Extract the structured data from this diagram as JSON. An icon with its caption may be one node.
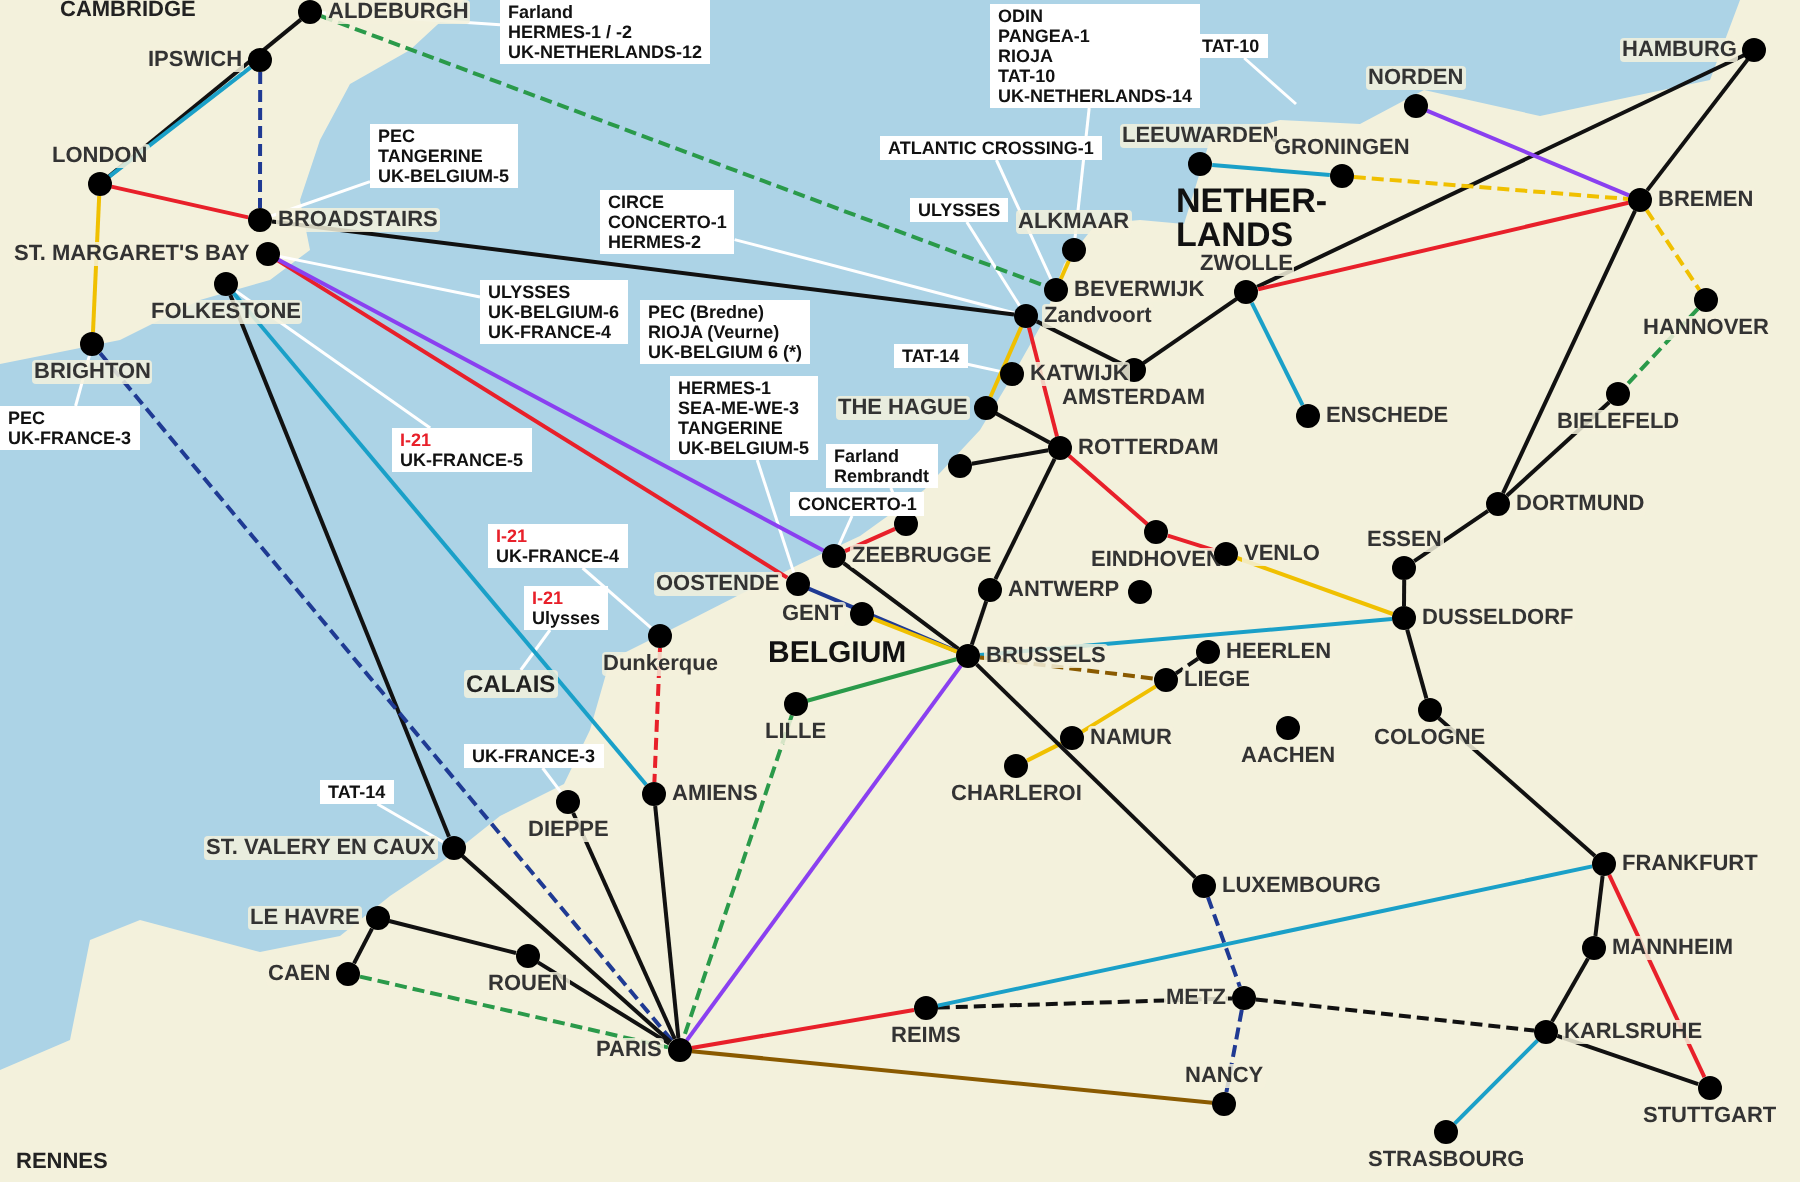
{
  "diagram": {
    "nodes": [
      {
        "text": [
          "ALDEBURGH"
        ]
      },
      {
        "text": [
          "IPSWICH"
        ]
      },
      {
        "text": [
          "LONDON"
        ]
      },
      {
        "text": [
          "BROADSTAIRS"
        ]
      },
      {
        "text": [
          "ST. MARGARET'S BAY"
        ]
      },
      {
        "text": [
          "FOLKESTONE"
        ]
      },
      {
        "text": [
          "BRIGHTON"
        ]
      },
      {
        "text": [
          "NORDEN"
        ]
      },
      {
        "text": [
          "HAMBURG"
        ]
      },
      {
        "text": [
          "LEEUWARDEN"
        ]
      },
      {
        "text": [
          "GRONINGEN"
        ]
      },
      {
        "text": [
          "BREMEN"
        ]
      },
      {
        "text": [
          "ALKMAAR"
        ]
      },
      {
        "text": [
          "BEVERWIJK"
        ]
      },
      {
        "text": [
          "ZWOLLE"
        ]
      },
      {
        "text": [
          "HANNOVER"
        ]
      },
      {
        "text": [
          "Zandvoort"
        ]
      },
      {
        "text": [
          "AMSTERDAM"
        ]
      },
      {
        "text": [
          "KATWIJK"
        ]
      },
      {
        "text": [
          "BIELEFELD"
        ]
      },
      {
        "text": [
          "THE HAGUE"
        ]
      },
      {
        "text": [
          "ENSCHEDE"
        ]
      },
      {
        "text": [
          "ROTTERDAM"
        ]
      },
      {
        "text": [],
        "shape": "circle"
      },
      {
        "text": [
          "DORTMUND"
        ]
      },
      {
        "text": [],
        "shape": "circle"
      },
      {
        "text": [
          "EINDHOVEN"
        ]
      },
      {
        "text": [
          "VENLO"
        ]
      },
      {
        "text": [
          "ZEEBRUGGE"
        ]
      },
      {
        "text": [
          "ESSEN"
        ]
      },
      {
        "text": [
          "OOSTENDE"
        ]
      },
      {
        "text": [
          "ANTWERP"
        ]
      },
      {
        "text": [],
        "shape": "circle"
      },
      {
        "text": [
          "GENT"
        ]
      },
      {
        "text": [
          "DUSSELDORF"
        ]
      },
      {
        "text": [
          "Dunkerque"
        ]
      },
      {
        "text": [
          "HEERLEN"
        ]
      },
      {
        "text": [
          "BRUSSELS"
        ]
      },
      {
        "text": [
          "CALAIS"
        ]
      },
      {
        "text": [
          "LIEGE"
        ]
      },
      {
        "text": [
          "LILLE"
        ]
      },
      {
        "text": [
          "COLOGNE"
        ]
      },
      {
        "text": [
          "AACHEN"
        ]
      },
      {
        "text": [
          "NAMUR"
        ]
      },
      {
        "text": [
          "CHARLEROI"
        ]
      },
      {
        "text": [
          "AMIENS"
        ]
      },
      {
        "text": [
          "DIEPPE"
        ]
      },
      {
        "text": [
          "ST. VALERY EN CAUX"
        ]
      },
      {
        "text": [
          "FRANKFURT"
        ]
      },
      {
        "text": [
          "LUXEMBOURG"
        ]
      },
      {
        "text": [
          "LE HAVRE"
        ]
      },
      {
        "text": [
          "MANNHEIM"
        ]
      },
      {
        "text": [
          "ROUEN"
        ]
      },
      {
        "text": [
          "CAEN"
        ]
      },
      {
        "text": [
          "METZ"
        ]
      },
      {
        "text": [
          "REIMS"
        ]
      },
      {
        "text": [
          "KARLSRUHE"
        ]
      },
      {
        "text": [
          "PARIS"
        ]
      },
      {
        "text": [
          "STUTTGART"
        ]
      },
      {
        "text": [
          "NANCY"
        ]
      },
      {
        "text": [
          "STRASBOURG"
        ]
      },
      {
        "text": [
          "Farland",
          "HERMES-1 / -2",
          "UK-NETHERLANDS-12"
        ]
      },
      {
        "text": [
          "PEC",
          "TANGERINE",
          "UK-BELGIUM-5"
        ]
      },
      {
        "text": [
          "ULYSSES",
          "UK-BELGIUM-6",
          "UK-FRANCE-4"
        ]
      },
      {
        "text": [
          "PEC",
          "UK-FRANCE-3"
        ]
      },
      {
        "text": [
          "I-21",
          "UK-FRANCE-5"
        ]
      },
      {
        "text": [
          "PEC (Bredne)",
          "RIOJA (Veurne)",
          "UK-BELGIUM 6 (*)"
        ]
      },
      {
        "text": [
          "CONCERTO-1"
        ]
      },
      {
        "text": [
          "HERMES-1",
          "SEA-ME-WE-3",
          "TANGERINE",
          "UK-BELGIUM-5"
        ]
      },
      {
        "text": [
          "Farland",
          "Rembrandt"
        ]
      },
      {
        "text": [
          "I-21",
          "UK-FRANCE-4"
        ]
      },
      {
        "text": [
          "I-21",
          "Ulysses"
        ]
      },
      {
        "text": [
          "UK-FRANCE-3"
        ]
      },
      {
        "text": [
          "TAT-14"
        ]
      },
      {
        "text": [
          "CIRCE",
          "CONCERTO-1",
          "HERMES-2"
        ]
      },
      {
        "text": [
          "TAT-14"
        ]
      },
      {
        "text": [
          "ULYSSES"
        ]
      },
      {
        "text": [
          "ATLANTIC CROSSING-1"
        ]
      },
      {
        "text": [
          "ODIN",
          "PANGEA-1",
          "RIOJA",
          "TAT-10",
          "UK-NETHERLANDS-14"
        ]
      },
      {
        "text": [
          "TAT-10"
        ]
      }
    ],
    "edges": [
      {
        "from": 61,
        "to": 0,
        "arrow": "none",
        "color": "#ffffff"
      },
      {
        "from": 62,
        "to": 3,
        "arrow": "none",
        "color": "#ffffff"
      },
      {
        "from": 63,
        "to": 4,
        "arrow": "none",
        "color": "#ffffff"
      },
      {
        "from": 64,
        "to": 6,
        "arrow": "none",
        "color": "#ffffff"
      },
      {
        "from": 65,
        "to": 5,
        "arrow": "none",
        "color": "#ffffff"
      },
      {
        "from": 67,
        "to": 28,
        "arrow": "none",
        "color": "#ffffff"
      },
      {
        "from": 68,
        "to": 30,
        "arrow": "none",
        "color": "#ffffff"
      },
      {
        "from": 69,
        "to": 25,
        "arrow": "none",
        "color": "#ffffff"
      },
      {
        "from": 70,
        "to": 35,
        "arrow": "none",
        "color": "#ffffff"
      },
      {
        "from": 71,
        "to": 38,
        "arrow": "none",
        "color": "#ffffff"
      },
      {
        "from": 72,
        "to": 46,
        "arrow": "none",
        "color": "#ffffff"
      },
      {
        "from": 73,
        "to": 47,
        "arrow": "none",
        "color": "#ffffff"
      },
      {
        "from": 74,
        "to": 16,
        "arrow": "none",
        "color": "#ffffff"
      },
      {
        "from": 75,
        "to": 18,
        "arrow": "none",
        "color": "#ffffff"
      },
      {
        "from": 76,
        "to": 16,
        "arrow": "none",
        "color": "#ffffff"
      },
      {
        "from": 77,
        "to": 13,
        "arrow": "none",
        "color": "#ffffff"
      },
      {
        "from": 78,
        "to": 12,
        "arrow": "none",
        "color": "#ffffff"
      },
      {
        "from": 79,
        "to": null,
        "arrow": "none",
        "color": "#ffffff"
      },
      {
        "from": 2,
        "to": 0,
        "arrow": "none"
      },
      {
        "from": 2,
        "to": 1,
        "arrow": "none",
        "color": "#1aa0c8"
      },
      {
        "from": 2,
        "to": 3,
        "arrow": "none",
        "color": "#e8202a"
      },
      {
        "from": 0,
        "to": 13,
        "arrow": "none",
        "style": "dashed",
        "color": "#2a9a4a"
      },
      {
        "from": 1,
        "to": 3,
        "arrow": "none",
        "style": "dashed",
        "color": "#1f3a93"
      },
      {
        "from": 2,
        "to": 6,
        "arrow": "none",
        "color": "#f0c000"
      },
      {
        "from": 3,
        "to": 16,
        "arrow": "none"
      },
      {
        "from": 4,
        "to": 30,
        "arrow": "none",
        "color": "#e8202a"
      },
      {
        "from": 4,
        "to": 28,
        "arrow": "none",
        "color": "#8a40f0"
      },
      {
        "from": 5,
        "to": 45,
        "arrow": "none",
        "color": "#1aa0c8"
      },
      {
        "from": 5,
        "to": 47,
        "arrow": "none"
      },
      {
        "from": 6,
        "to": 57,
        "arrow": "none",
        "style": "dashed",
        "color": "#1f3a93"
      },
      {
        "from": 16,
        "to": 17,
        "arrow": "none"
      },
      {
        "from": 16,
        "to": 22,
        "arrow": "none",
        "color": "#e8202a"
      },
      {
        "from": 14,
        "to": 8,
        "arrow": "none"
      },
      {
        "from": 13,
        "to": 12,
        "arrow": "none",
        "color": "#f0c000"
      },
      {
        "from": 16,
        "to": 20,
        "arrow": "none",
        "color": "#f0c000"
      },
      {
        "from": 20,
        "to": 22,
        "arrow": "none"
      },
      {
        "from": 17,
        "to": 14,
        "arrow": "none"
      },
      {
        "from": 14,
        "to": 11,
        "arrow": "none",
        "color": "#e8202a"
      },
      {
        "from": 14,
        "to": 21,
        "arrow": "none",
        "color": "#1aa0c8"
      },
      {
        "from": 9,
        "to": 10,
        "arrow": "none",
        "color": "#1aa0c8"
      },
      {
        "from": 10,
        "to": 11,
        "arrow": "none",
        "style": "dashed",
        "color": "#f0c000"
      },
      {
        "from": 7,
        "to": 11,
        "arrow": "none",
        "color": "#8a40f0"
      },
      {
        "from": 11,
        "to": 8,
        "arrow": "none"
      },
      {
        "from": 11,
        "to": 15,
        "arrow": "none",
        "style": "dashed",
        "color": "#f0c000"
      },
      {
        "from": 15,
        "to": 19,
        "arrow": "none",
        "style": "dashed",
        "color": "#2a9a4a"
      },
      {
        "from": 19,
        "to": 24,
        "arrow": "none"
      },
      {
        "from": 24,
        "to": 11,
        "arrow": "none"
      },
      {
        "from": 24,
        "to": 29,
        "arrow": "none"
      },
      {
        "from": 29,
        "to": 34,
        "arrow": "none"
      },
      {
        "from": 22,
        "to": 31,
        "arrow": "none"
      },
      {
        "from": 22,
        "to": 26,
        "arrow": "none",
        "color": "#e8202a"
      },
      {
        "from": 26,
        "to": 27,
        "arrow": "none",
        "color": "#e8202a"
      },
      {
        "from": 27,
        "to": 34,
        "arrow": "none",
        "color": "#f0c000"
      },
      {
        "from": 22,
        "to": 23,
        "arrow": "none"
      },
      {
        "from": 25,
        "to": 28,
        "arrow": "none",
        "color": "#e8202a"
      },
      {
        "from": 28,
        "to": 37,
        "arrow": "none"
      },
      {
        "from": 30,
        "to": 37,
        "arrow": "none",
        "color": "#1f3a93"
      },
      {
        "from": 33,
        "to": 37,
        "arrow": "none",
        "color": "#f0c000"
      },
      {
        "from": 31,
        "to": 37,
        "arrow": "none"
      },
      {
        "from": 37,
        "to": 34,
        "arrow": "none",
        "color": "#1aa0c8"
      },
      {
        "from": 37,
        "to": 39,
        "arrow": "none",
        "style": "dashed",
        "color": "#8a5a00"
      },
      {
        "from": 36,
        "to": 39,
        "arrow": "none",
        "style": "dashed"
      },
      {
        "from": 39,
        "to": 43,
        "arrow": "none",
        "color": "#f0c000"
      },
      {
        "from": 43,
        "to": 44,
        "arrow": "none",
        "color": "#f0c000"
      },
      {
        "from": 37,
        "to": 49,
        "arrow": "none"
      },
      {
        "from": 37,
        "to": 57,
        "arrow": "none",
        "color": "#8a40f0"
      },
      {
        "from": 37,
        "to": 40,
        "arrow": "none",
        "color": "#2a9a4a"
      },
      {
        "from": 40,
        "to": 57,
        "arrow": "none",
        "style": "dashed",
        "color": "#2a9a4a"
      },
      {
        "from": 35,
        "to": 45,
        "arrow": "none",
        "style": "dashed",
        "color": "#e8202a"
      },
      {
        "from": 45,
        "to": 57,
        "arrow": "none"
      },
      {
        "from": 46,
        "to": 57,
        "arrow": "none"
      },
      {
        "from": 47,
        "to": 57,
        "arrow": "none"
      },
      {
        "from": 52,
        "to": 57,
        "arrow": "none"
      },
      {
        "from": 52,
        "to": 50,
        "arrow": "none"
      },
      {
        "from": 50,
        "to": 53,
        "arrow": "none"
      },
      {
        "from": 53,
        "to": 57,
        "arrow": "none",
        "style": "dashed",
        "color": "#2a9a4a"
      },
      {
        "from": 57,
        "to": 55,
        "arrow": "none",
        "color": "#e8202a"
      },
      {
        "from": 55,
        "to": 54,
        "arrow": "none",
        "style": "dashed"
      },
      {
        "from": 49,
        "to": 54,
        "arrow": "none",
        "style": "dashed",
        "color": "#1f3a93"
      },
      {
        "from": 54,
        "to": 59,
        "arrow": "none",
        "style": "dashed",
        "color": "#1f3a93"
      },
      {
        "from": 54,
        "to": 56,
        "arrow": "none",
        "style": "dashed"
      },
      {
        "from": 57,
        "to": 59,
        "arrow": "none",
        "color": "#8a5a00"
      },
      {
        "from": 34,
        "to": 41,
        "arrow": "none"
      },
      {
        "from": 41,
        "to": 48,
        "arrow": "none"
      },
      {
        "from": 55,
        "to": 48,
        "arrow": "none",
        "color": "#1aa0c8"
      },
      {
        "from": 48,
        "to": 51,
        "arrow": "none"
      },
      {
        "from": 51,
        "to": 56,
        "arrow": "none"
      },
      {
        "from": 56,
        "to": 58,
        "arrow": "none"
      },
      {
        "from": 48,
        "to": 58,
        "arrow": "none",
        "color": "#e8202a"
      },
      {
        "from": 60,
        "to": 56,
        "arrow": "none",
        "color": "#1aa0c8"
      }
    ],
    "labels": [
      "CAMBRIDGE",
      "NETHER- LANDS",
      "BELGIUM",
      "RENNES"
    ]
  }
}
